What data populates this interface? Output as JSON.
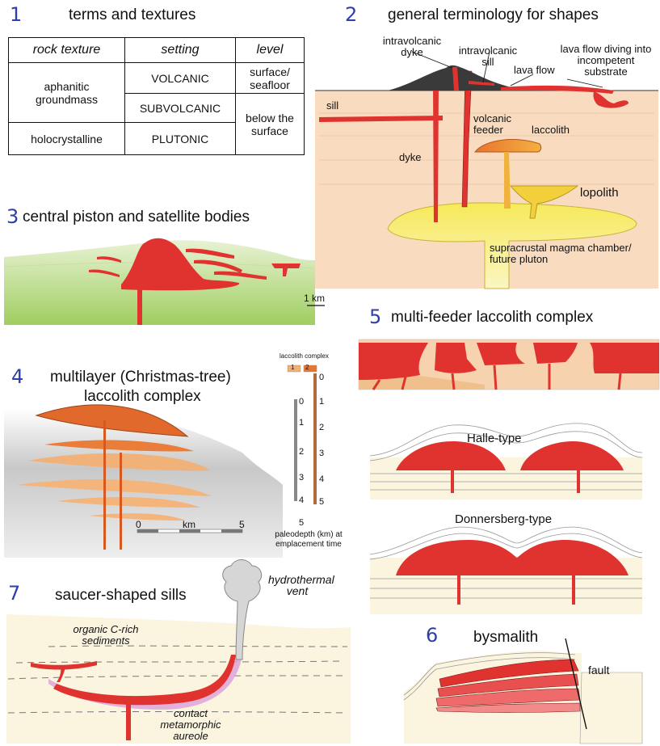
{
  "panel1": {
    "number": "1",
    "title": "terms and textures",
    "headers": [
      "rock texture",
      "setting",
      "level"
    ],
    "texture_aphanitic": "aphanitic groundmass",
    "texture_holocrystalline": "holocrystalline",
    "setting_volcanic": "VOLCANIC",
    "setting_subvolcanic": "SUBVOLCANIC",
    "setting_plutonic": "PLUTONIC",
    "level_surface": "surface/ seafloor",
    "level_below": "below the surface"
  },
  "panel2": {
    "number": "2",
    "title": "general terminology for shapes",
    "intravolcanic_dyke": "intravolcanic dyke",
    "intravolcanic_sill": "intravolcanic sill",
    "lava_flow": "lava flow",
    "lava_flow_diving": "lava flow diving into incompetent substrate",
    "sill": "sill",
    "volcanic_feeder": "volcanic feeder",
    "laccolith": "laccolith",
    "dyke": "dyke",
    "lopolith": "lopolith",
    "magma_chamber": "supracrustal magma chamber/ future pluton"
  },
  "panel3": {
    "number": "3",
    "title": "central piston and satellite bodies",
    "scale": "1 km"
  },
  "panel4": {
    "number": "4",
    "title_line1": "multilayer (Christmas-tree)",
    "title_line2": "laccolith complex",
    "legend_title": "laccolith complex",
    "legend_1": "1",
    "legend_2": "2",
    "depth_ticks": [
      "0",
      "1",
      "2",
      "3",
      "4",
      "5"
    ],
    "scale_zero": "0",
    "scale_unit": "km",
    "scale_five": "5",
    "axis_label": "paleodepth (km) at emplacement time"
  },
  "panel5": {
    "number": "5",
    "title": "multi-feeder laccolith complex",
    "halle": "Halle-type",
    "donnersberg": "Donnersberg-type"
  },
  "panel6": {
    "number": "6",
    "title": "bysmalith",
    "fault": "fault"
  },
  "panel7": {
    "number": "7",
    "title": "saucer-shaped sills",
    "vent": "hydrothermal vent",
    "sediments": "organic C-rich sediments",
    "aureole": "contact metamorphic aureole"
  },
  "colors": {
    "magma_red": "#e0332f",
    "orange": "#e8742f",
    "light_orange": "#f2b070",
    "yellow": "#f6e95a",
    "host_rock": "#f9dcc0",
    "green": "#a9d46b",
    "label_blue": "#2d3fa8"
  }
}
